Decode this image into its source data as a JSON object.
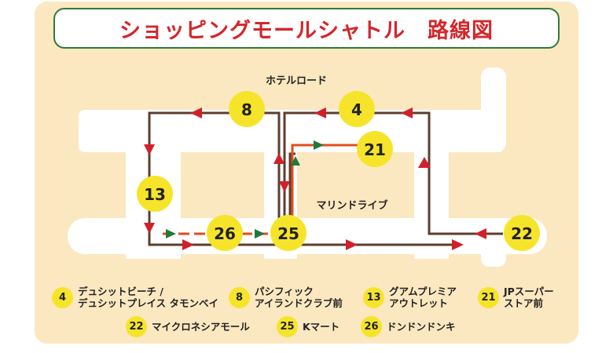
{
  "title": "ショッピングモールシャトル　路線図",
  "colors": {
    "panel": "#fbe8c0",
    "road": "#ffffff",
    "route_main": "#5c3d2e",
    "route_highlight": "#e24d1f",
    "arrow_red": "#d1202a",
    "arrow_green": "#1e7a3a",
    "stop": "#f6e42b",
    "title_text": "#d3272c",
    "title_border": "#2f7a3c"
  },
  "map": {
    "road_labels": {
      "hotel_road": "ホテルロード",
      "marine_drive": "マリンドライブ"
    },
    "stops": [
      {
        "id": "8",
        "label": "8"
      },
      {
        "id": "4",
        "label": "4"
      },
      {
        "id": "21",
        "label": "21"
      },
      {
        "id": "13",
        "label": "13"
      },
      {
        "id": "26",
        "label": "26"
      },
      {
        "id": "25",
        "label": "25"
      },
      {
        "id": "22",
        "label": "22"
      }
    ]
  },
  "legend": [
    {
      "num": "4",
      "lines": [
        "デュシットビーチ /",
        "デュシットプレイス タモンベイ"
      ]
    },
    {
      "num": "8",
      "lines": [
        "パシフィック",
        "アイランドクラブ前"
      ]
    },
    {
      "num": "13",
      "lines": [
        "グアムプレミア",
        "アウトレット"
      ]
    },
    {
      "num": "21",
      "lines": [
        "JPスーパー",
        "ストア前"
      ]
    },
    {
      "num": "22",
      "lines": [
        "マイクロネシアモール"
      ]
    },
    {
      "num": "25",
      "lines": [
        "Kマート"
      ]
    },
    {
      "num": "26",
      "lines": [
        "ドンドンドンキ"
      ]
    }
  ]
}
